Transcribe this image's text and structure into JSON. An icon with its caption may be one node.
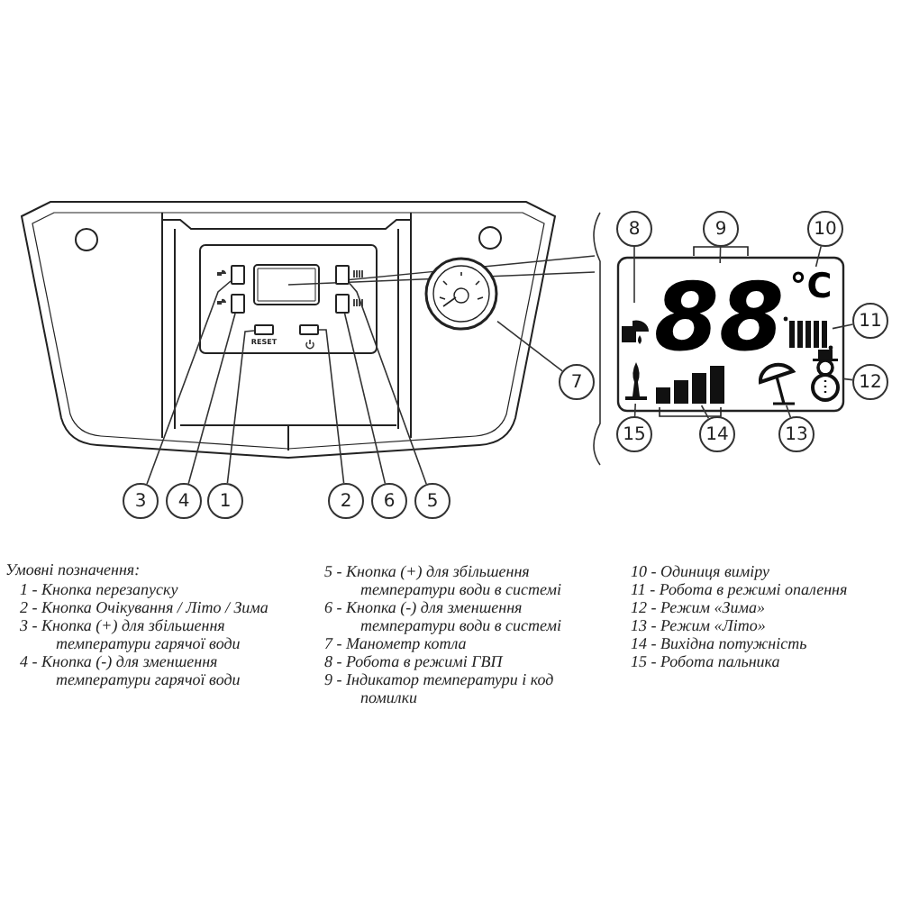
{
  "diagram": {
    "nodes": [
      {
        "text": [],
        "shape": "box"
      },
      {
        "text": [],
        "shape": "box"
      },
      {
        "text": [],
        "shape": "box"
      },
      {
        "text": [],
        "shape": "box"
      },
      {
        "text": [],
        "shape": "box"
      },
      {
        "text": [],
        "shape": "box"
      },
      {
        "text": [],
        "shape": "circle"
      },
      {
        "text": [],
        "shape": "picture"
      },
      {
        "text": [
          "88"
        ]
      },
      {
        "text": [
          "°C"
        ]
      },
      {
        "text": [],
        "shape": "picture"
      },
      {
        "text": [],
        "shape": "picture"
      },
      {
        "text": [],
        "shape": "picture"
      },
      {
        "text": [],
        "shape": "picture"
      },
      {
        "text": [],
        "shape": "bar"
      },
      {
        "text": [
          "8"
        ]
      },
      {
        "text": [
          "9"
        ]
      },
      {
        "text": [
          "10"
        ]
      },
      {
        "text": [
          "11"
        ]
      },
      {
        "text": [
          "7"
        ]
      },
      {
        "text": [
          "12"
        ]
      },
      {
        "text": [
          "15"
        ]
      },
      {
        "text": [
          "14"
        ]
      },
      {
        "text": [
          "13"
        ]
      },
      {
        "text": [
          "3"
        ]
      },
      {
        "text": [
          "4"
        ]
      },
      {
        "text": [
          "1"
        ]
      },
      {
        "text": [
          "2"
        ]
      },
      {
        "text": [
          "6"
        ]
      },
      {
        "text": [
          "5"
        ]
      }
    ],
    "edges": [
      {
        "from": 15,
        "to": 7,
        "arrow": "none"
      },
      {
        "from": 16,
        "to": 8,
        "arrow": "none"
      },
      {
        "from": 17,
        "to": 9,
        "arrow": "none"
      },
      {
        "from": 18,
        "to": 10,
        "arrow": "none"
      },
      {
        "from": 19,
        "to": 6,
        "arrow": "none"
      },
      {
        "from": 20,
        "to": 11,
        "arrow": "none"
      },
      {
        "from": 21,
        "to": 13,
        "arrow": "none"
      },
      {
        "from": 22,
        "to": 14,
        "arrow": "none"
      },
      {
        "from": 23,
        "to": 12,
        "arrow": "none"
      },
      {
        "from": 24,
        "to": 0,
        "arrow": "none"
      },
      {
        "from": 25,
        "to": 1,
        "arrow": "none"
      },
      {
        "from": 26,
        "to": 2,
        "arrow": "none"
      },
      {
        "from": 27,
        "to": 3,
        "arrow": "none"
      },
      {
        "from": 28,
        "to": 5,
        "arrow": "none"
      },
      {
        "from": 29,
        "to": 4,
        "arrow": "none"
      }
    ],
    "labels": [
      "RESET",
      "Умовні позначення:",
      "1 - Кнопка перезапуску",
      "2 - Кнопка Очікування / Літо / Зима",
      "3 - Кнопка (+) для збільшення температури гарячої води",
      "4 - Кнопка (-) для зменшення температури гарячої води",
      "5 - Кнопка (+) для збільшення температури води в системі",
      "6 - Кнопка (-) для зменшення температури води в системі",
      "7 - Манометр котла",
      "8 - Робота в режимі ГВП",
      "9 - Індикатор температури і код помилки",
      "10 - Одиниця виміру",
      "11 - Робота в режимі опалення",
      "12 - Режим «Зима»",
      "13 - Режим «Літо»",
      "14 - Вихідна потужність",
      "15 - Робота пальника"
    ]
  }
}
